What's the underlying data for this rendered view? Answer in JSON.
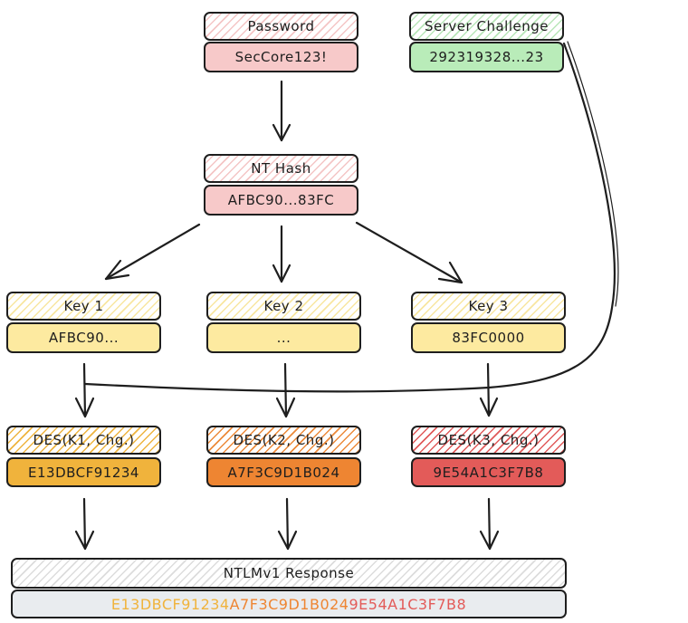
{
  "diagram": {
    "title": "NTLMv1 Response computation",
    "nodes": {
      "password": {
        "label": "Password",
        "value": "SecCore123!"
      },
      "server_challenge": {
        "label": "Server Challenge",
        "value": "292319328...23"
      },
      "nt_hash": {
        "label": "NT Hash",
        "value": "AFBC90...83FC"
      },
      "key1": {
        "label": "Key 1",
        "value": "AFBC90..."
      },
      "key2": {
        "label": "Key 2",
        "value": "..."
      },
      "key3": {
        "label": "Key 3",
        "value": "83FC0000"
      },
      "des1": {
        "label": "DES(K1, Chg.)",
        "value": "E13DBCF91234"
      },
      "des2": {
        "label": "DES(K2, Chg.)",
        "value": "A7F3C9D1B024"
      },
      "des3": {
        "label": "DES(K3, Chg.)",
        "value": "9E54A1C3F7B8"
      },
      "response": {
        "label": "NTLMv1 Response",
        "segments": [
          {
            "text": "E13DBCF91234",
            "color": "#f0b33c"
          },
          {
            "text": "A7F3C9D1B024",
            "color": "#ee8532"
          },
          {
            "text": "9E54A1C3F7B8",
            "color": "#e35b59"
          }
        ]
      }
    },
    "edges": [
      {
        "from": "password",
        "to": "nt_hash"
      },
      {
        "from": "nt_hash",
        "to": "key1"
      },
      {
        "from": "nt_hash",
        "to": "key2"
      },
      {
        "from": "nt_hash",
        "to": "key3"
      },
      {
        "from": "key1",
        "to": "des1"
      },
      {
        "from": "key2",
        "to": "des2"
      },
      {
        "from": "key3",
        "to": "des3"
      },
      {
        "from": "server_challenge",
        "to": "des1/des2/des3 (shared line)"
      },
      {
        "from": "des1",
        "to": "response"
      },
      {
        "from": "des2",
        "to": "response"
      },
      {
        "from": "des3",
        "to": "response"
      }
    ],
    "colors": {
      "password": "#f7c9c9",
      "server_challenge": "#b9ecb9",
      "keys": "#fdeaa0",
      "des1": "#f0b33c",
      "des2": "#ee8532",
      "des3": "#e35b59",
      "response": "#e9ecef",
      "stroke": "#1e1e1e"
    }
  }
}
